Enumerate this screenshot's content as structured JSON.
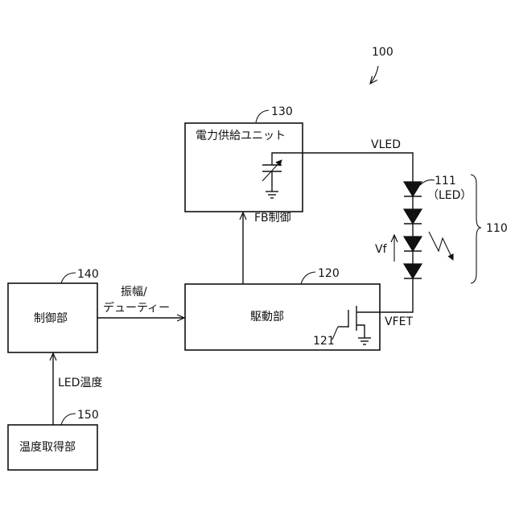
{
  "figure": {
    "ref": "100",
    "blocks": {
      "power_supply": {
        "label": "電力供給ユニット",
        "ref": "130"
      },
      "driver": {
        "label": "駆動部",
        "ref": "120"
      },
      "controller": {
        "label": "制御部",
        "ref": "140"
      },
      "temp_sensor": {
        "label": "温度取得部",
        "ref": "150"
      }
    },
    "signals": {
      "fb_control": "FB制御",
      "amp_line1": "振幅/",
      "amp_line2": "デューティー",
      "led_temp": "LED温度",
      "vled": "VLED",
      "vfet": "VFET",
      "vf": "Vf"
    },
    "components": {
      "led_ref": "111",
      "led_name": "（LED）",
      "led_group_ref": "110",
      "transistor_ref": "121"
    }
  }
}
